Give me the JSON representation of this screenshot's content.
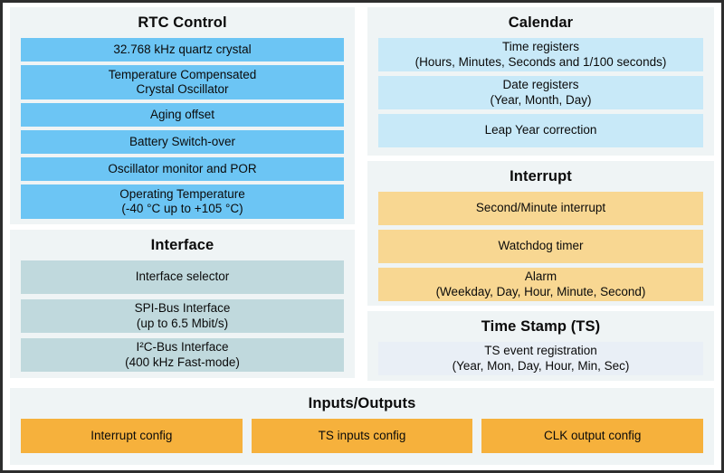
{
  "colors": {
    "panel_bg": "#eff4f5",
    "blue": "#6cc5f4",
    "light_blue": "#c8e9f8",
    "teal": "#c0d9dd",
    "light_orange": "#f8d792",
    "orange": "#f6b13c",
    "pale": "#e9eff6",
    "border": "#2d2d2d",
    "text": "#0b0b0b"
  },
  "rtc_control": {
    "title": "RTC Control",
    "items": [
      {
        "lines": [
          "32.768 kHz quartz crystal"
        ]
      },
      {
        "lines": [
          "Temperature Compensated",
          "Crystal Oscillator"
        ]
      },
      {
        "lines": [
          "Aging offset"
        ]
      },
      {
        "lines": [
          "Battery Switch-over"
        ]
      },
      {
        "lines": [
          "Oscillator monitor and POR"
        ]
      },
      {
        "lines": [
          "Operating Temperature",
          "(-40 °C up to +105 °C)"
        ]
      }
    ]
  },
  "interface": {
    "title": "Interface",
    "items": [
      {
        "lines": [
          "Interface selector"
        ]
      },
      {
        "lines": [
          "SPI-Bus Interface",
          "(up to 6.5 Mbit/s)"
        ]
      },
      {
        "lines": [
          "I²C-Bus Interface",
          "(400 kHz Fast-mode)"
        ]
      }
    ]
  },
  "calendar": {
    "title": "Calendar",
    "items": [
      {
        "lines": [
          "Time registers",
          "(Hours, Minutes, Seconds and 1/100 seconds)"
        ]
      },
      {
        "lines": [
          "Date registers",
          "(Year, Month, Day)"
        ]
      },
      {
        "lines": [
          "Leap Year correction"
        ]
      }
    ]
  },
  "interrupt": {
    "title": "Interrupt",
    "items": [
      {
        "lines": [
          "Second/Minute interrupt"
        ]
      },
      {
        "lines": [
          "Watchdog timer"
        ]
      },
      {
        "lines": [
          "Alarm",
          "(Weekday, Day, Hour, Minute, Second)"
        ]
      }
    ]
  },
  "time_stamp": {
    "title": "Time Stamp (TS)",
    "items": [
      {
        "lines": [
          "TS event registration",
          "(Year, Mon, Day, Hour, Min, Sec)"
        ]
      }
    ]
  },
  "inputs_outputs": {
    "title": "Inputs/Outputs",
    "items": [
      {
        "lines": [
          "Interrupt config"
        ]
      },
      {
        "lines": [
          "TS inputs config"
        ]
      },
      {
        "lines": [
          "CLK output config"
        ]
      }
    ]
  }
}
